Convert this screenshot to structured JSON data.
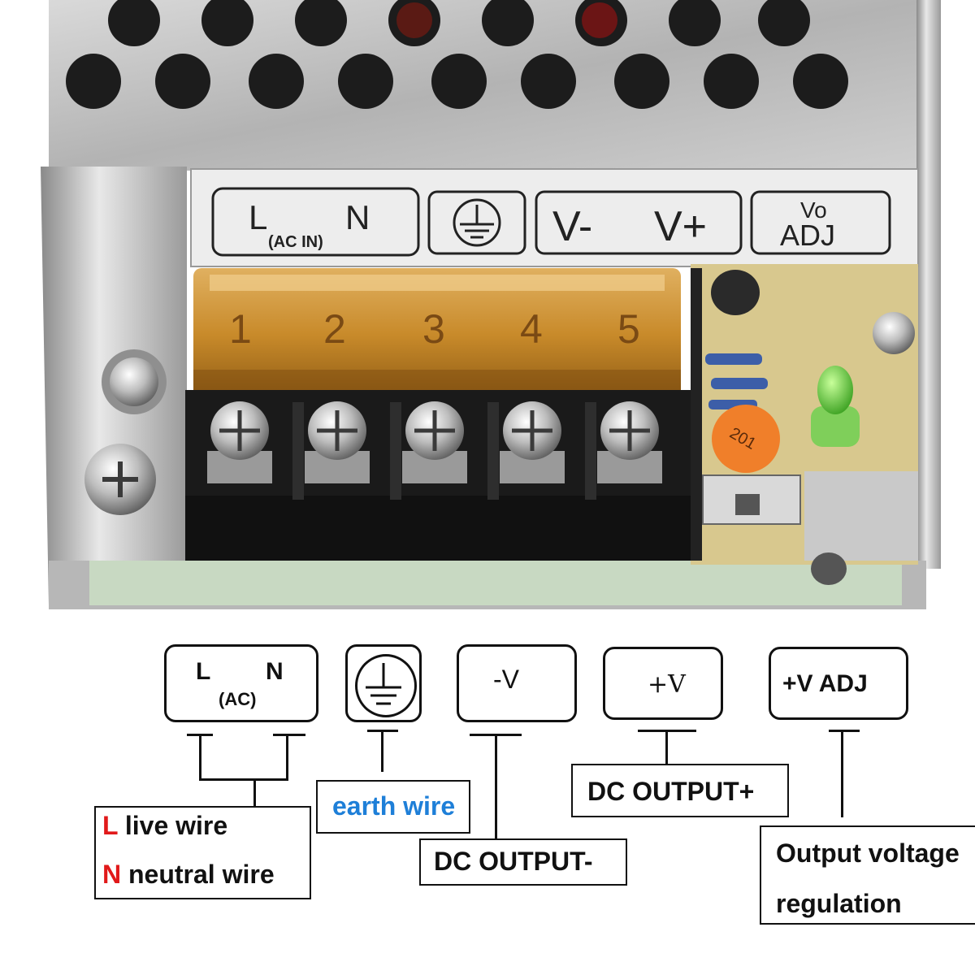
{
  "terminal_cover": {
    "ac_l": "L",
    "ac_n": "N",
    "ac_in": "(AC IN)",
    "v_minus": "V-",
    "v_plus": "V+",
    "vo": "Vo",
    "adj": "ADJ"
  },
  "terminal_numbers": [
    "1",
    "2",
    "3",
    "4",
    "5"
  ],
  "potentiometer_marking": "201",
  "symbols": {
    "ac": {
      "l": "L",
      "n": "N",
      "sub": "(AC)"
    },
    "v_minus": "-V",
    "v_plus": "+V",
    "adj": "+V  ADJ"
  },
  "labels": {
    "live_letter": "L",
    "live_text": " live wire",
    "neutral_letter": "N",
    "neutral_text": " neutral wire",
    "earth": "earth wire",
    "dc_minus": "DC OUTPUT-",
    "dc_plus": "DC OUTPUT+",
    "ovr_line1": "Output voltage",
    "ovr_line2": "regulation"
  },
  "colors": {
    "earth_label": "#1e7fd8",
    "letter_red": "#e1191a",
    "led_green": "#4fd13a",
    "terminal_cover_orange": "#c88a2a",
    "trimmer_orange": "#f07f2a"
  }
}
